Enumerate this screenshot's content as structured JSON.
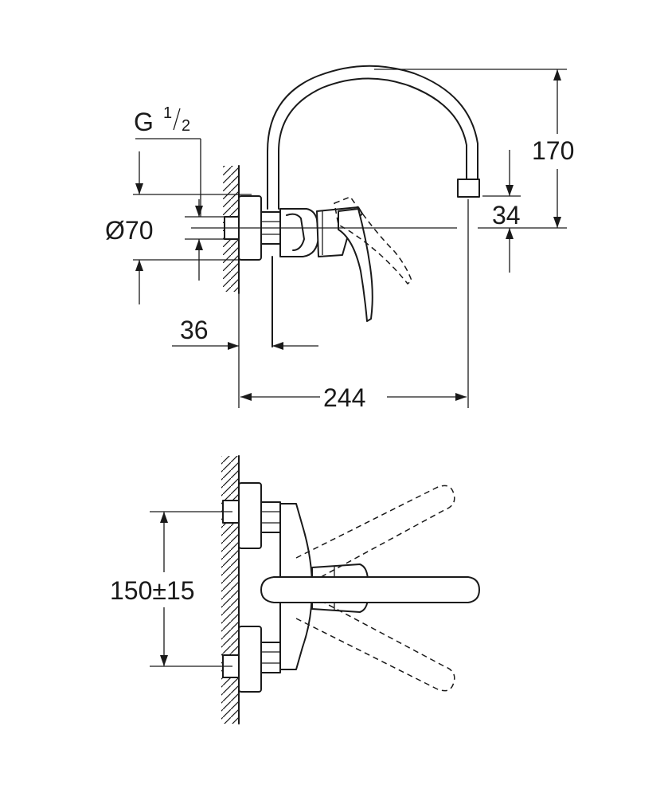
{
  "labels": {
    "thread_main": "G",
    "thread_num": "1",
    "thread_den": "2",
    "diameter": "Ø70",
    "spout_height": "170",
    "spout_outlet": "34",
    "body_depth": "36",
    "total_reach": "244",
    "inlet_spacing": "150±15"
  },
  "colors": {
    "line": "#1a1a1a",
    "background": "#ffffff"
  }
}
